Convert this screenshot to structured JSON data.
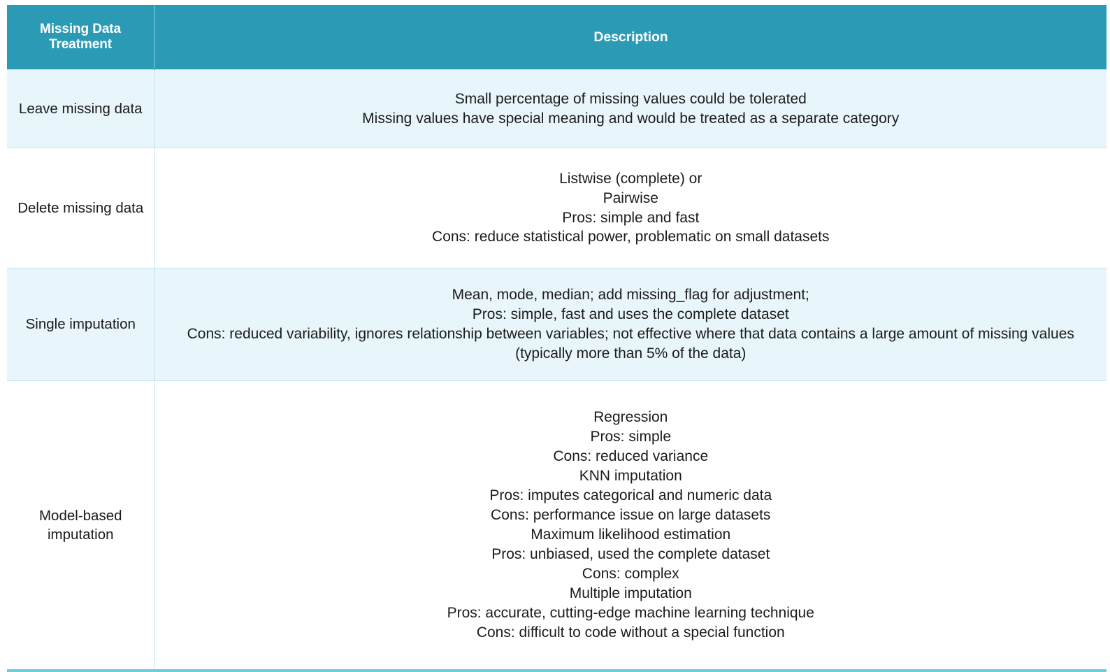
{
  "table": {
    "headers": {
      "treatment": "Missing Data Treatment",
      "description": "Description"
    },
    "colors": {
      "header_background": "#2b9bb5",
      "header_text": "#ffffff",
      "row_shaded_background": "#e8f6fb",
      "row_plain_background": "#ffffff",
      "border": "#bfe6f1",
      "bottom_border": "#6ecbe0",
      "body_text": "#1b1b1b"
    },
    "rows": [
      {
        "treatment": "Leave missing data",
        "description_lines": [
          "Small percentage of missing values could be tolerated",
          "Missing values have special meaning and would be treated as a separate category"
        ]
      },
      {
        "treatment": "Delete missing data",
        "description_lines": [
          "Listwise (complete) or",
          "Pairwise",
          "Pros: simple and fast",
          "Cons: reduce statistical power, problematic on small datasets"
        ]
      },
      {
        "treatment": "Single imputation",
        "description_lines": [
          "Mean, mode, median; add missing_flag for adjustment;",
          "Pros: simple, fast and uses the complete dataset",
          "Cons: reduced variability, ignores relationship between variables; not effective where that data contains a large amount of missing values (typically more than 5% of the data)"
        ]
      },
      {
        "treatment": "Model-based imputation",
        "description_lines": [
          "Regression",
          "Pros: simple",
          "Cons: reduced variance",
          "KNN imputation",
          "Pros: imputes categorical and numeric data",
          "Cons: performance issue on large datasets",
          "Maximum likelihood estimation",
          "Pros: unbiased, used the complete dataset",
          "Cons: complex",
          "Multiple imputation",
          "Pros: accurate, cutting-edge machine learning technique",
          "Cons: difficult to code without a special function"
        ]
      }
    ]
  }
}
